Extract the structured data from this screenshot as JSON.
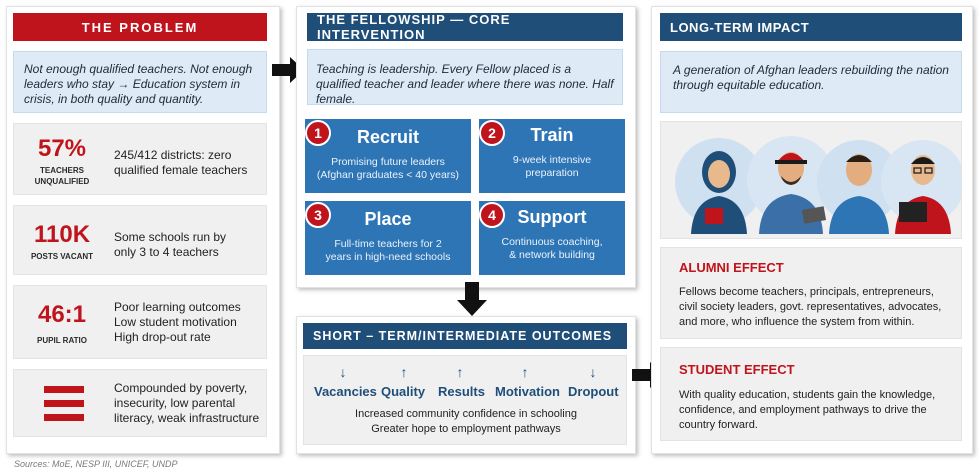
{
  "problem": {
    "header": "THE PROBLEM",
    "intro": "Not enough qualified teachers. Not enough leaders who stay → Education system in crisis, in both quality and quantity.",
    "stats": [
      {
        "value": "57%",
        "label_line1": "TEACHERS",
        "label_line2": "UNQUALIFIED",
        "text_line1": "245/412 districts: zero",
        "text_line2": "qualified female teachers",
        "text_line3": ""
      },
      {
        "value": "110K",
        "label_line1": "POSTS VACANT",
        "label_line2": "",
        "text_line1": "Some schools run by",
        "text_line2": "only 3 to 4 teachers",
        "text_line3": ""
      },
      {
        "value": "46:1",
        "label_line1": "PUPIL RATIO",
        "label_line2": "",
        "text_line1": "Poor learning outcomes",
        "text_line2": "Low student motivation",
        "text_line3": "High drop-out rate"
      }
    ],
    "compound": {
      "text_line1": "Compounded by poverty,",
      "text_line2": "insecurity, low parental",
      "text_line3": "literacy, weak infrastructure"
    }
  },
  "fellowship": {
    "header": "THE FELLOWSHIP — CORE INTERVENTION",
    "intro": "Teaching is leadership. Every Fellow placed is a qualified teacher and leader where there was none. Half female.",
    "steps": [
      {
        "num": "1",
        "title": "Recruit",
        "desc_line1": "Promising future leaders",
        "desc_line2": "(Afghan graduates < 40 years)"
      },
      {
        "num": "2",
        "title": "Train",
        "desc_line1": "9-week intensive",
        "desc_line2": "preparation"
      },
      {
        "num": "3",
        "title": "Place",
        "desc_line1": "Full-time teachers for 2",
        "desc_line2": "years in high-need schools"
      },
      {
        "num": "4",
        "title": "Support",
        "desc_line1": "Continuous coaching,",
        "desc_line2": "& network building"
      }
    ]
  },
  "outcomes": {
    "header": "SHORT – TERM/INTERMEDIATE OUTCOMES",
    "items": [
      {
        "arrow": "↓",
        "label": "Vacancies"
      },
      {
        "arrow": "↑",
        "label": "Quality"
      },
      {
        "arrow": "↑",
        "label": "Results"
      },
      {
        "arrow": "↑",
        "label": "Motivation"
      },
      {
        "arrow": "↓",
        "label": "Dropout"
      }
    ],
    "line1": "Increased community confidence in schooling",
    "line2": "Greater hope to employment pathways"
  },
  "impact": {
    "header": "LONG-TERM IMPACT",
    "intro": "A generation of Afghan leaders rebuilding the nation through equitable education.",
    "alumni": {
      "title": "ALUMNI EFFECT",
      "line1": "Fellows become teachers, principals, entrepreneurs,",
      "line2": "civil society leaders, govt. representatives, advocates,",
      "line3": "and more, who influence the system from within."
    },
    "student": {
      "title": "STUDENT EFFECT",
      "line1": "With quality education, students gain the knowledge,",
      "line2": "confidence, and employment pathways to drive the",
      "line3": "country forward."
    }
  },
  "sources": "Sources: MoE, NESP III, UNICEF, UNDP",
  "colors": {
    "red": "#c0141c",
    "navy": "#1f4e79",
    "blue": "#2e75b6",
    "light_blue": "#deebf7",
    "arrow": "#111111"
  }
}
